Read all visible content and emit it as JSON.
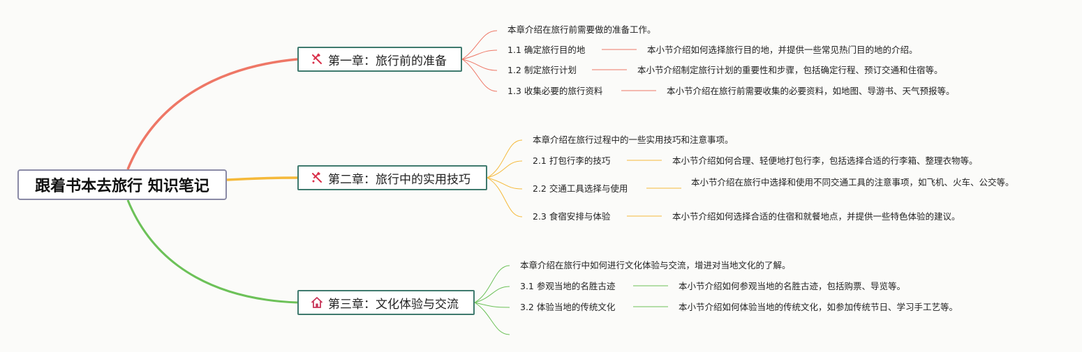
{
  "root": {
    "title": "跟着书本去旅行 知识笔记"
  },
  "chapters": [
    {
      "title": "第一章：旅行前的准备",
      "icon": "tools-icon",
      "color": "#ee7766",
      "intro": "本章介绍在旅行前需要做的准备工作。",
      "sections": [
        {
          "title": "1.1 确定旅行目的地",
          "desc": "本小节介绍如何选择旅行目的地，并提供一些常见热门目的地的介绍。"
        },
        {
          "title": "1.2 制定旅行计划",
          "desc": "本小节介绍制定旅行计划的重要性和步骤，包括确定行程、预订交通和住宿等。"
        },
        {
          "title": "1.3 收集必要的旅行资料",
          "desc": "本小节介绍在旅行前需要收集的必要资料，如地图、导游书、天气预报等。"
        }
      ]
    },
    {
      "title": "第二章：旅行中的实用技巧",
      "icon": "tools-icon",
      "color": "#f5b93a",
      "intro": "本章介绍在旅行过程中的一些实用技巧和注意事项。",
      "sections": [
        {
          "title": "2.1 打包行李的技巧",
          "desc": "本小节介绍如何合理、轻便地打包行李，包括选择合适的行李箱、整理衣物等。"
        },
        {
          "title": "2.2 交通工具选择与使用",
          "desc": "本小节介绍在旅行中选择和使用不同交通工具的注意事项，如飞机、火车、公交等。"
        },
        {
          "title": "2.3 食宿安排与体验",
          "desc": "本小节介绍如何选择合适的住宿和就餐地点，并提供一些特色体验的建议。"
        }
      ]
    },
    {
      "title": "第三章：文化体验与交流",
      "icon": "house-icon",
      "color": "#6cc158",
      "intro": "本章介绍在旅行中如何进行文化体验与交流，增进对当地文化的了解。",
      "sections": [
        {
          "title": "3.1 参观当地的名胜古迹",
          "desc": "本小节介绍如何参观当地的名胜古迹，包括购票、导览等。"
        },
        {
          "title": "3.2 体验当地的传统文化",
          "desc": "本小节介绍如何体验当地的传统文化，如参加传统节日、学习手工艺等。"
        }
      ]
    }
  ]
}
